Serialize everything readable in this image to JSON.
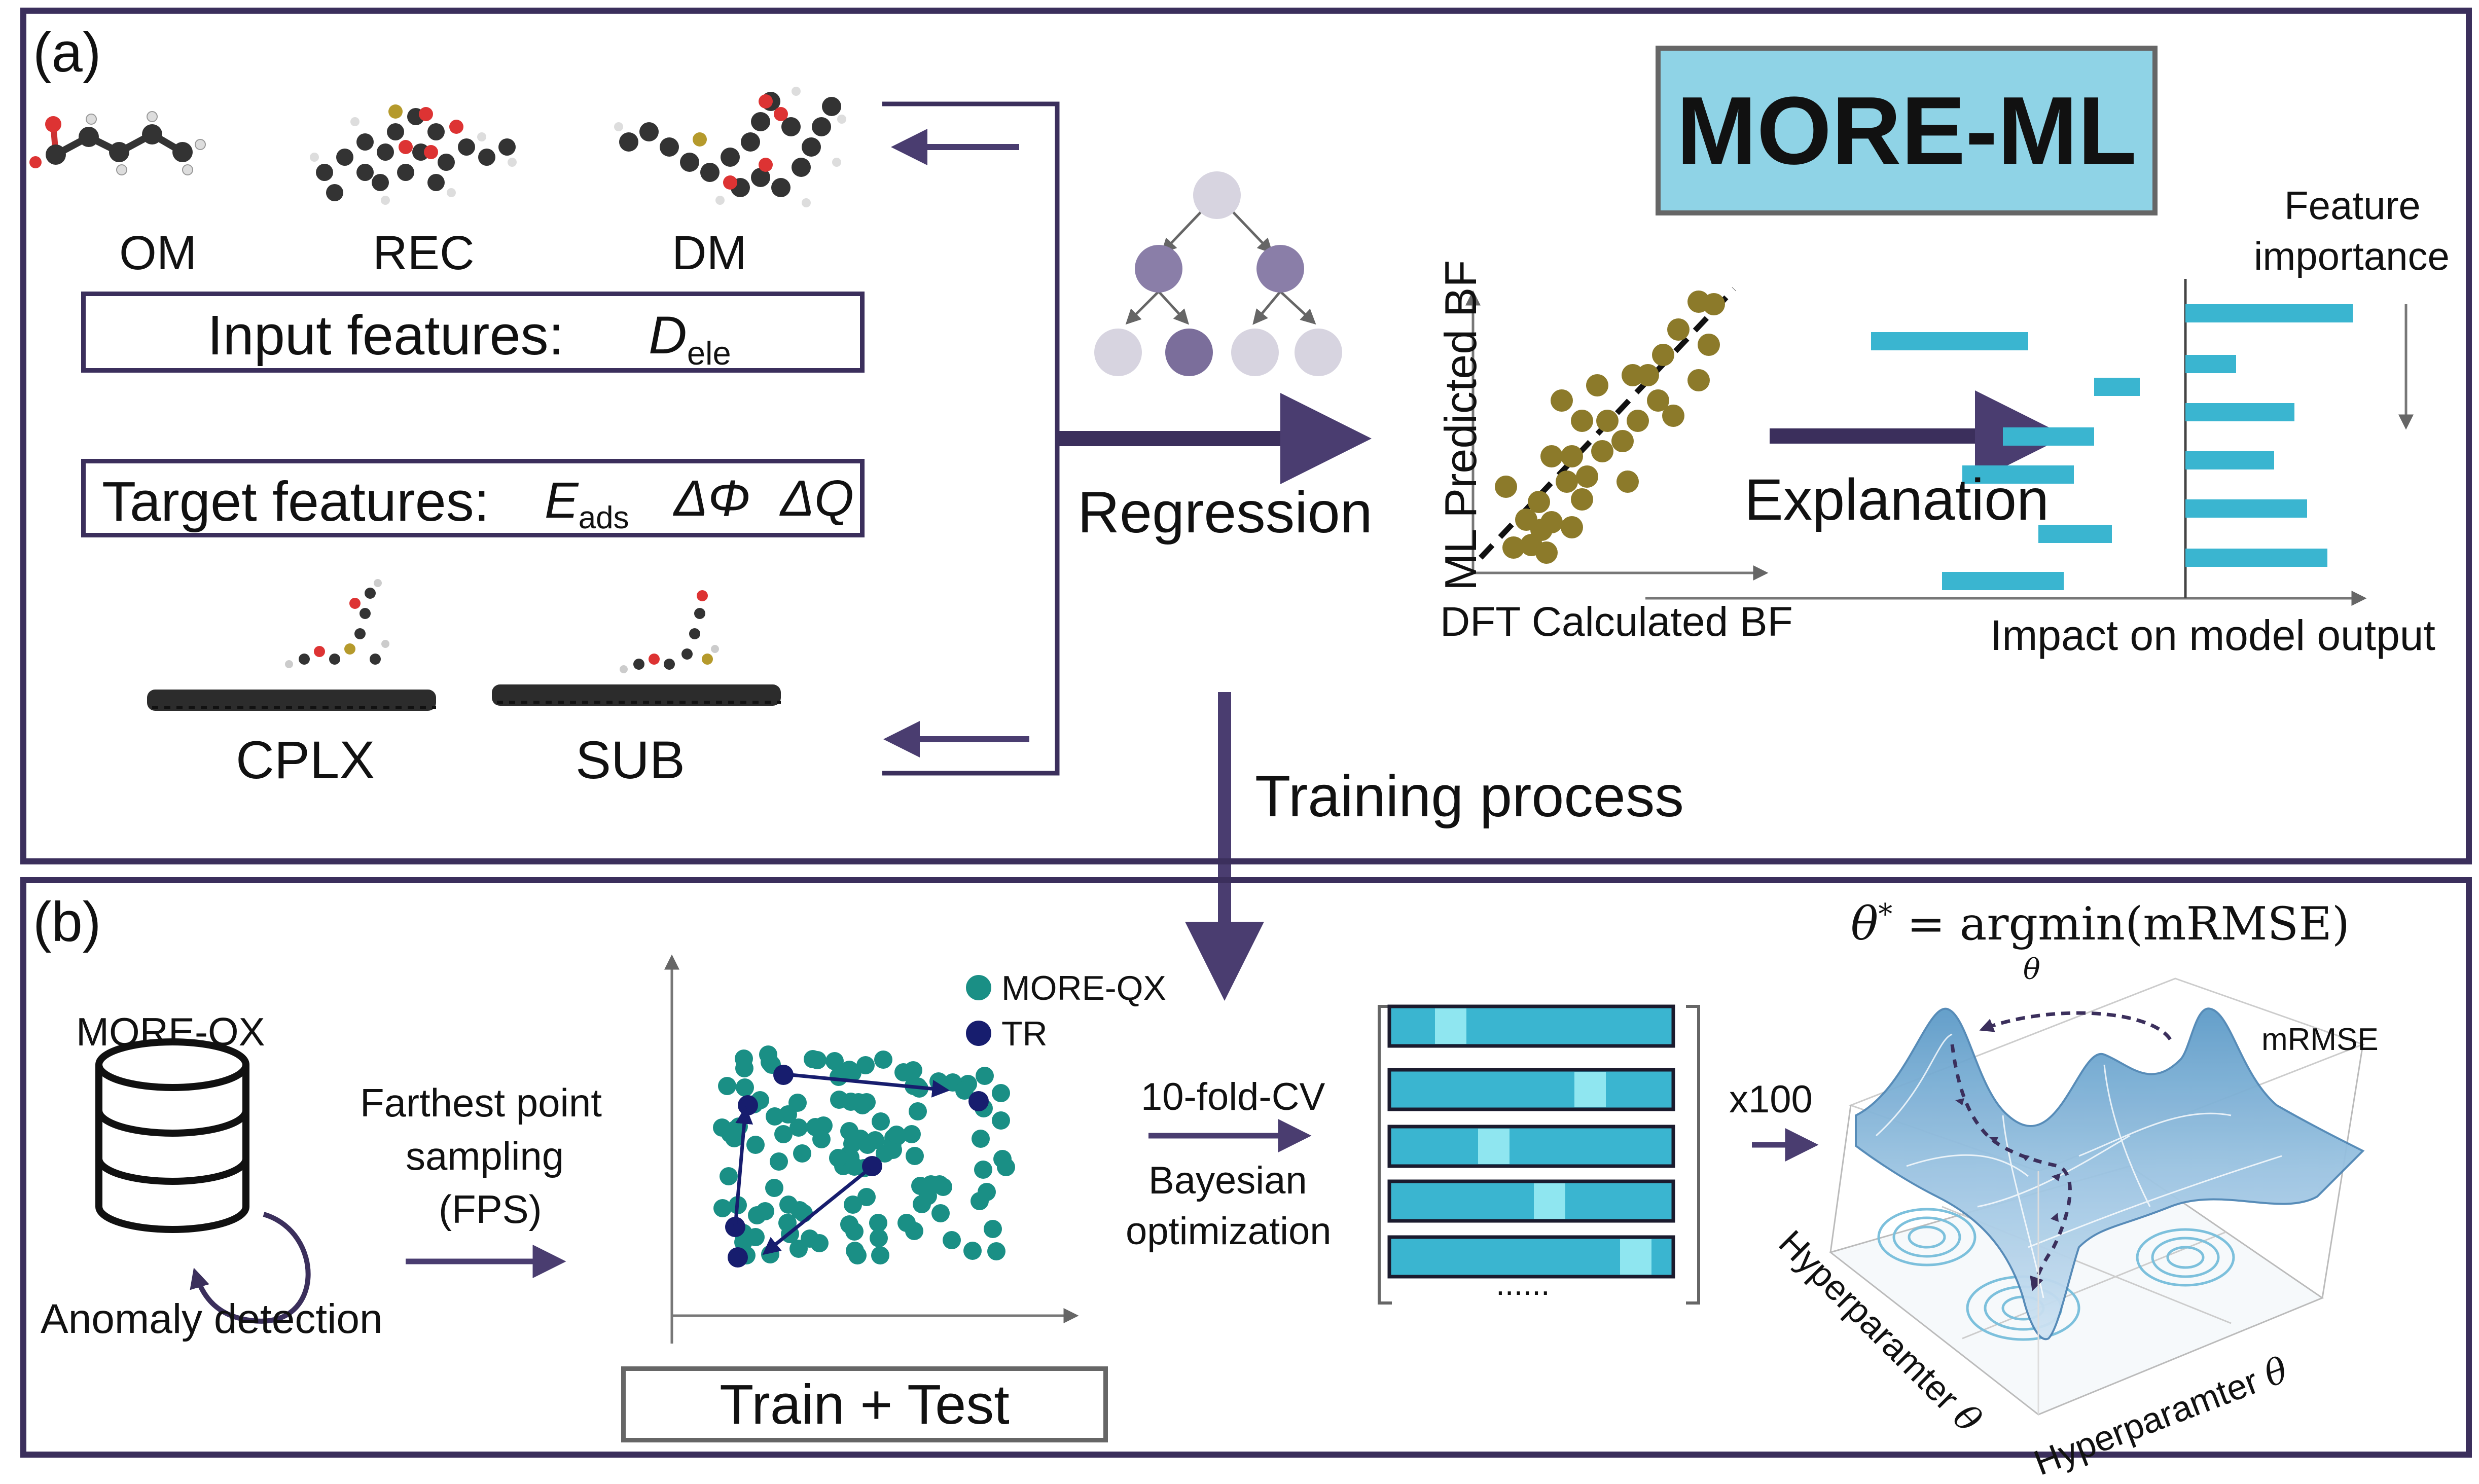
{
  "panel_a": {
    "label": "(a)",
    "molecules": [
      "OM",
      "REC",
      "DM"
    ],
    "input_features": {
      "label": "Input features:",
      "feature_symbol": "D",
      "feature_sub": "ele"
    },
    "target_features": {
      "label": "Target features:",
      "e_symbol": "E",
      "e_sub": "ads",
      "phi": "ΔΦ",
      "q": "ΔQ"
    },
    "complexes": [
      "CPLX",
      "SUB"
    ],
    "title": "MORE-ML",
    "regression": "Regression",
    "explanation": "Explanation",
    "scatter": {
      "xlabel": "DFT Calculated BF",
      "ylabel": "ML Predicted BF"
    },
    "shap": {
      "xlabel": "Impact on model output",
      "legend_line1": "Feature",
      "legend_line2": "importance"
    },
    "training_process": "Training process"
  },
  "panel_b": {
    "label": "(b)",
    "database": "MORE-QX",
    "anomaly": "Anomaly detection",
    "fps_line1": "Farthest point",
    "fps_line2": "sampling",
    "fps_line3": "(FPS)",
    "legend": [
      {
        "label": "MORE-QX",
        "color": "#1a8f85"
      },
      {
        "label": "TR",
        "color": "#171d6e"
      }
    ],
    "train_test": "Train + Test",
    "cv": "10-fold-CV",
    "bayes_line1": "Bayesian",
    "bayes_line2": "optimization",
    "dots": "......",
    "repeat": "x100",
    "formula": {
      "lhs": "θ",
      "sup": "*",
      "eq": " = argmin(mRMSE)",
      "under": "θ"
    },
    "surface": {
      "zlabel": "mRMSE",
      "axis1": "Hyperparamter",
      "axis1_sym": "θ",
      "axis2": "Hyperparamter",
      "axis2_sym": "θ"
    }
  },
  "colors": {
    "frame": "#3b2f5c",
    "arrow": "#4a3d70",
    "bar": "#3ab5d0",
    "bar_highlight": "#8fe6f0",
    "scatter_point": "#8c7a2a",
    "title_bg": "#8fd3e6"
  }
}
